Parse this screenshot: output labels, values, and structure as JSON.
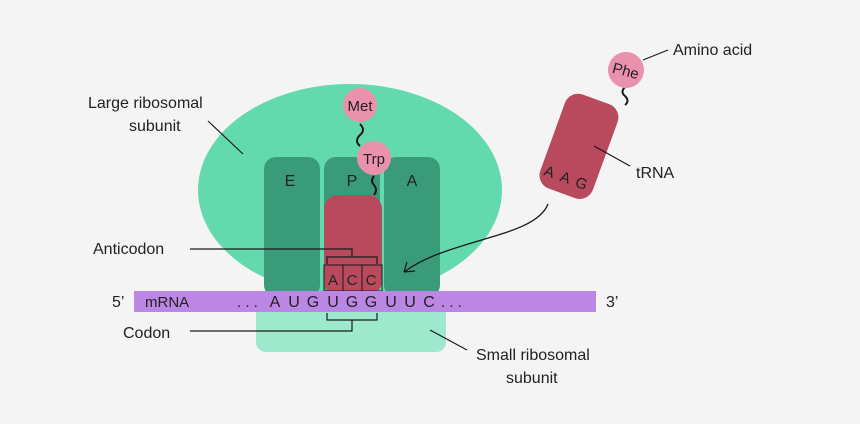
{
  "labels": {
    "large_subunit_line1": "Large ribosomal",
    "large_subunit_line2": "subunit",
    "amino_acid": "Amino acid",
    "trna": "tRNA",
    "anticodon": "Anticodon",
    "codon": "Codon",
    "small_subunit_line1": "Small ribosomal",
    "small_subunit_line2": "subunit",
    "five_prime": "5’",
    "three_prime": "3’",
    "mrna": "mRNA"
  },
  "sites": {
    "e": "E",
    "p": "P",
    "a": "A"
  },
  "amino_acids": {
    "met": "Met",
    "trp": "Trp",
    "phe": "Phe"
  },
  "trna_anticodon": {
    "bound": [
      "A",
      "C",
      "C"
    ],
    "incoming": [
      "A",
      "A",
      "G"
    ]
  },
  "mrna_sequence": {
    "leading_dots": ". . .",
    "bases": [
      "A",
      "U",
      "G",
      "U",
      "G",
      "G",
      "U",
      "U",
      "C"
    ],
    "trailing_dots": ". . ."
  },
  "colors": {
    "large_subunit": "#63d9ae",
    "small_subunit": "#9ee9cd",
    "site_slot": "#3a9b7a",
    "trna": "#b94a5e",
    "amino_acid": "#ea92ad",
    "mrna": "#bc86e4",
    "background": "#f4f4f4"
  }
}
